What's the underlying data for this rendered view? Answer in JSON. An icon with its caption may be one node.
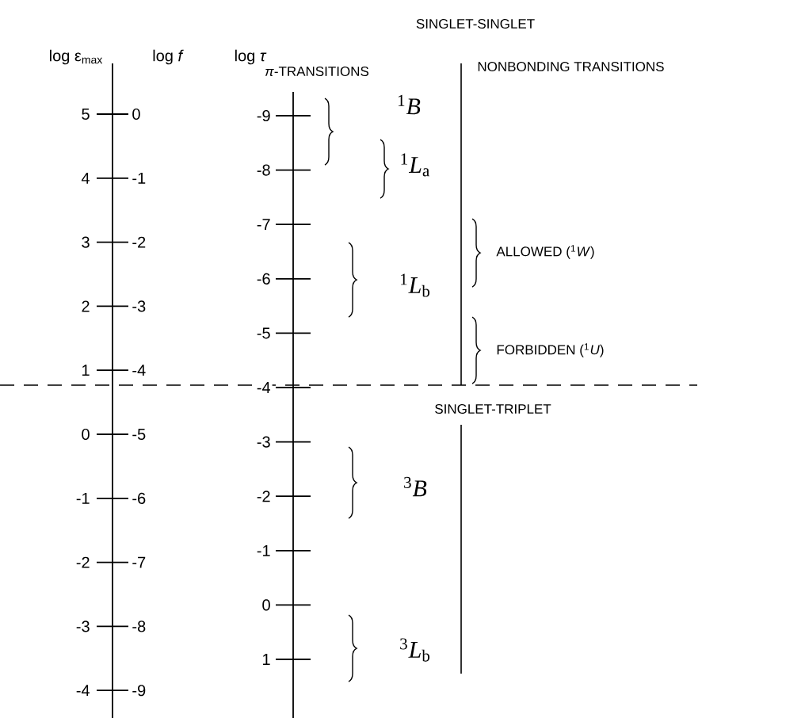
{
  "diagram": {
    "labels": [
      "SINGLET-SINGLET",
      "log ε$_{max}$",
      "log *f*",
      "log *τ*",
      "*π*-TRANSITIONS",
      "NONBONDING TRANSITIONS",
      "5",
      "4",
      "3",
      "2",
      "1",
      "0",
      "-1",
      "-2",
      "-3",
      "-4",
      "0",
      "-1",
      "-2",
      "-3",
      "-4",
      "-5",
      "-6",
      "-7",
      "-8",
      "-9",
      "-9",
      "-8",
      "-7",
      "-6",
      "-5",
      "-4",
      "-3",
      "-2",
      "-1",
      "0",
      "1",
      "$^{1}$*B*",
      "$^{1}$*L*$_{a}$",
      "$^{1}$*L*$_{b}$",
      "ALLOWED ($^{1}$*W*)",
      "FORBIDDEN ($^{1}$*U*)",
      "SINGLET-TRIPLET",
      "$^{3}$*B*",
      "$^{3}$*L*$_{b}$"
    ]
  }
}
